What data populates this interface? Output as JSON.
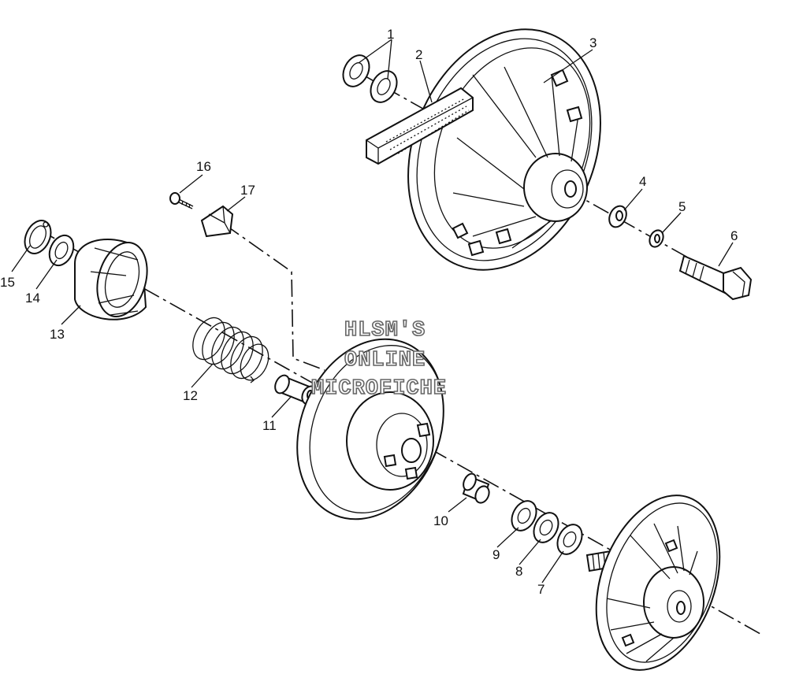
{
  "watermark": {
    "line1": "HLSM'S",
    "line2": "ONLINE",
    "line3": "MICROFICHE"
  },
  "callouts": {
    "c1": "1",
    "c2": "2",
    "c3": "3",
    "c4": "4",
    "c5": "5",
    "c6": "6",
    "c7": "7",
    "c8": "8",
    "c9": "9",
    "c10": "10",
    "c11": "11",
    "c12": "12",
    "c13": "13",
    "c14": "14",
    "c15": "15",
    "c16": "16",
    "c17": "17"
  }
}
